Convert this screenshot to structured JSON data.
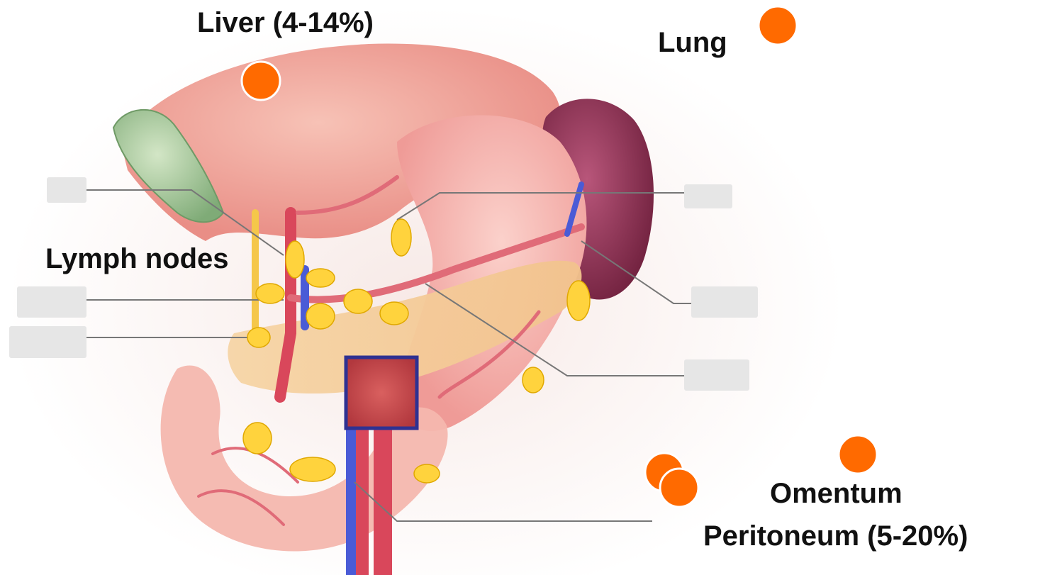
{
  "labels": {
    "liver": "Liver (4-14%)",
    "lung": "Lung",
    "lymph_nodes": "Lymph nodes",
    "omentum": "Omentum",
    "peritoneum": "Peritoneum (5-20%)"
  },
  "colors": {
    "metastasis_marker": "#ff6a00",
    "lymph_node": "#ffd33d",
    "highlight_box": "#2e3192",
    "placeholder_box": "#e6e6e6",
    "leader_line": "#777777",
    "organ_tissue": "#f3a7a0",
    "spleen": "#8e2a4f",
    "gallbladder": "#9bc48d",
    "vessel_red": "#d9475b",
    "vessel_blue": "#4a5bd6"
  }
}
